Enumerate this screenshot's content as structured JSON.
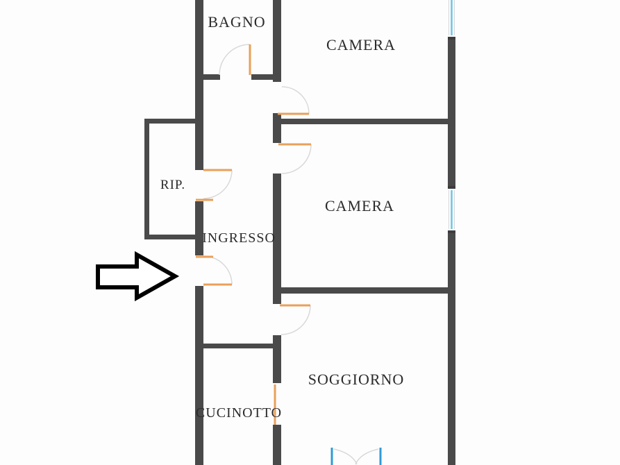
{
  "rooms": {
    "bagno": {
      "label": "BAGNO"
    },
    "camera1": {
      "label": "CAMERA"
    },
    "camera2": {
      "label": "CAMERA"
    },
    "rip": {
      "label": "RIP."
    },
    "ingresso": {
      "label": "INGRESSO"
    },
    "soggiorno": {
      "label": "SOGGIORNO"
    },
    "cucinotto": {
      "label": "CUCINOTTO"
    }
  },
  "colors": {
    "wall": "#4a4a4a",
    "wall_cap": "#3d3d3d",
    "door_leaf": "#e9a05a",
    "door_arc": "#d9d9d9",
    "window": "#6cc4e8",
    "french_door": "#2e9bd6",
    "label_text": "#2b2b2b",
    "arrow_outline": "#000000",
    "arrow_fill": "#ffffff",
    "background": "#fdfdfd"
  }
}
